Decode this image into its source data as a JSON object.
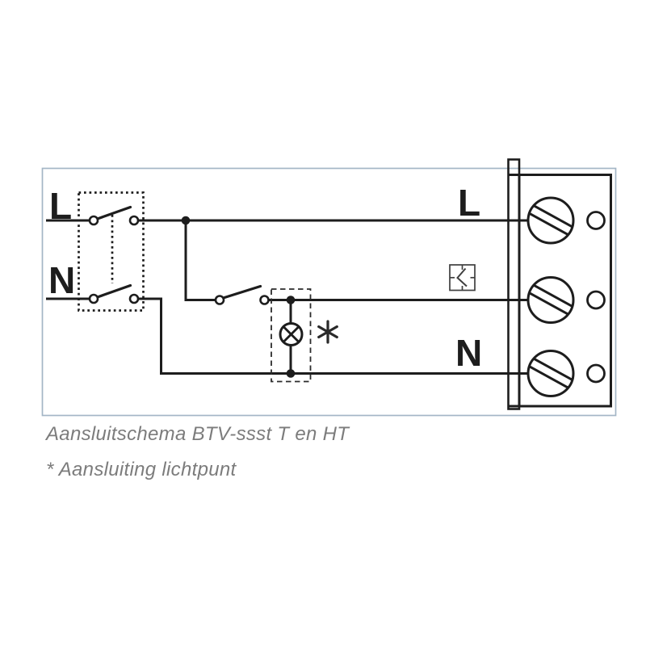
{
  "page": {
    "background_color": "#ffffff",
    "frame_color": "#a4b6c6",
    "line_color": "#1d1d1d",
    "caption_color": "#7c7c7c"
  },
  "diagram": {
    "labels": {
      "supply_line": "L",
      "supply_neutral": "N",
      "terminal_line": "L",
      "terminal_neutral": "N",
      "lamp_marker": "*"
    },
    "symbols": {
      "time_switch": "clock-icon",
      "lamp": "lamp-cross-icon",
      "screw_terminal": "screw-terminal-icon",
      "coupled_switch": "double-pole-switch"
    }
  },
  "captions": {
    "title": "Aansluitschema BTV-ssst T en HT",
    "footnote": "* Aansluiting lichtpunt"
  }
}
